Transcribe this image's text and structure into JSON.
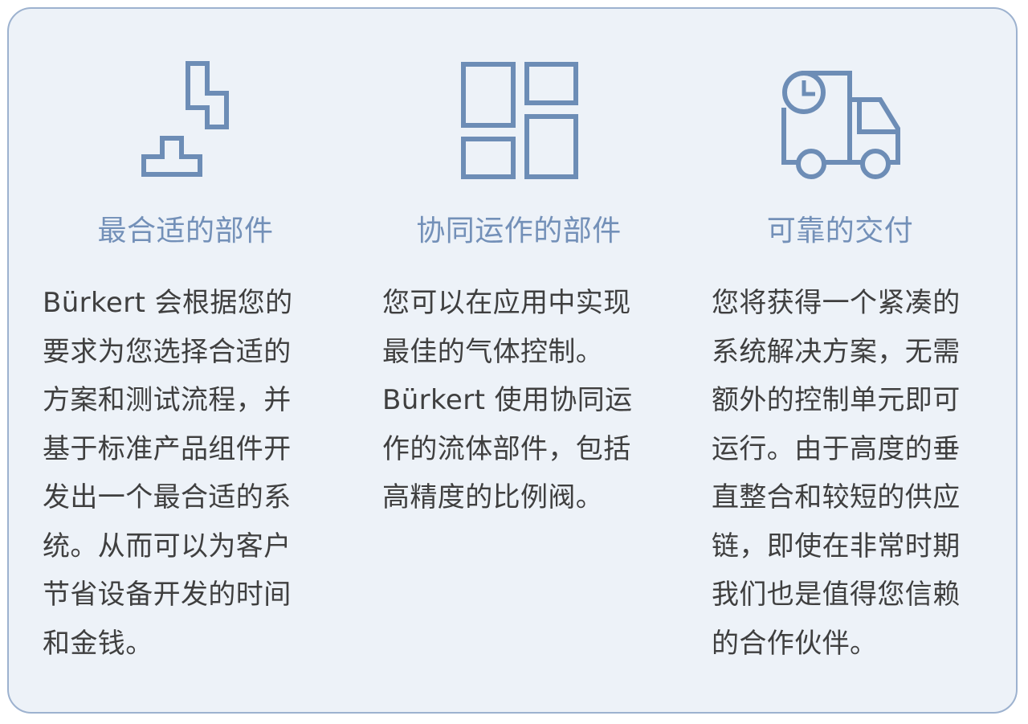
{
  "features": [
    {
      "icon": "tetris-blocks-icon",
      "title": "最合适的部件",
      "body": "Bürkert 会根据您的\n要求为您选择合适的\n方案和测试流程，并\n基于标准产品组件开\n发出一个最合适的系\n统。从而可以为客户\n节省设备开发的时间\n和金钱。"
    },
    {
      "icon": "layout-grid-icon",
      "title": "协同运作的部件",
      "body": "您可以在应用中实现\n最佳的气体控制。\nBürkert 使用协同运\n作的流体部件，包括\n高精度的比例阀。"
    },
    {
      "icon": "delivery-truck-clock-icon",
      "title": "可靠的交付",
      "body": "您将获得一个紧凑的\n系统解决方案，无需\n额外的控制单元即可\n运行。由于高度的垂\n直整合和较短的供应\n链，即使在非常时期\n我们也是值得您信赖\n的合作伙伴。"
    }
  ],
  "colors": {
    "icon_stroke": "#6d8db6",
    "title": "#7390b8",
    "body_text": "#3f3f3f",
    "card_background": "#edf2f8",
    "card_border": "#9db2cf"
  }
}
